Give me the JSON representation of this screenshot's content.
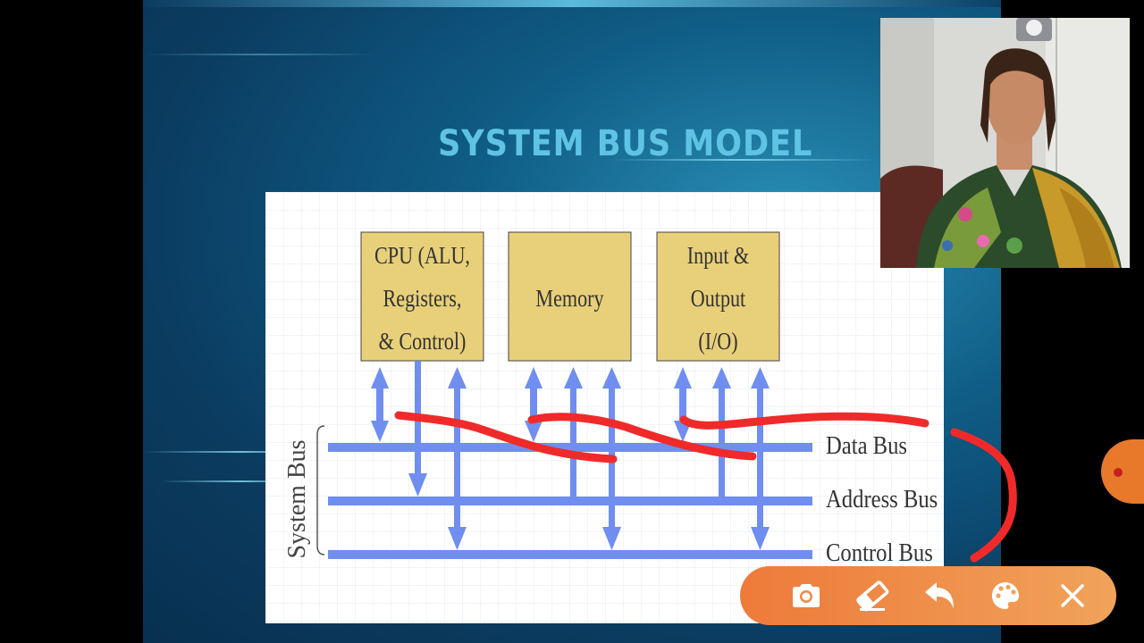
{
  "slide": {
    "title": "SYSTEM BUS MODEL"
  },
  "diagram": {
    "components": [
      {
        "lines": [
          "CPU (ALU,",
          "Registers,",
          "& Control)"
        ]
      },
      {
        "lines": [
          "Memory"
        ]
      },
      {
        "lines": [
          "Input &",
          "Output",
          "(I/O)"
        ]
      }
    ],
    "bracket_label": "System Bus",
    "buses": [
      "Data Bus",
      "Address Bus",
      "Control Bus"
    ]
  },
  "toolbar": {
    "icons": [
      "camera-icon",
      "eraser-icon",
      "undo-icon",
      "palette-icon",
      "close-icon"
    ]
  },
  "colors": {
    "box_fill": "#e8d07a",
    "bus_blue": "#6f8ef0",
    "annotation_red": "#f02a2a",
    "toolbar_orange": "#ee7a3a"
  }
}
